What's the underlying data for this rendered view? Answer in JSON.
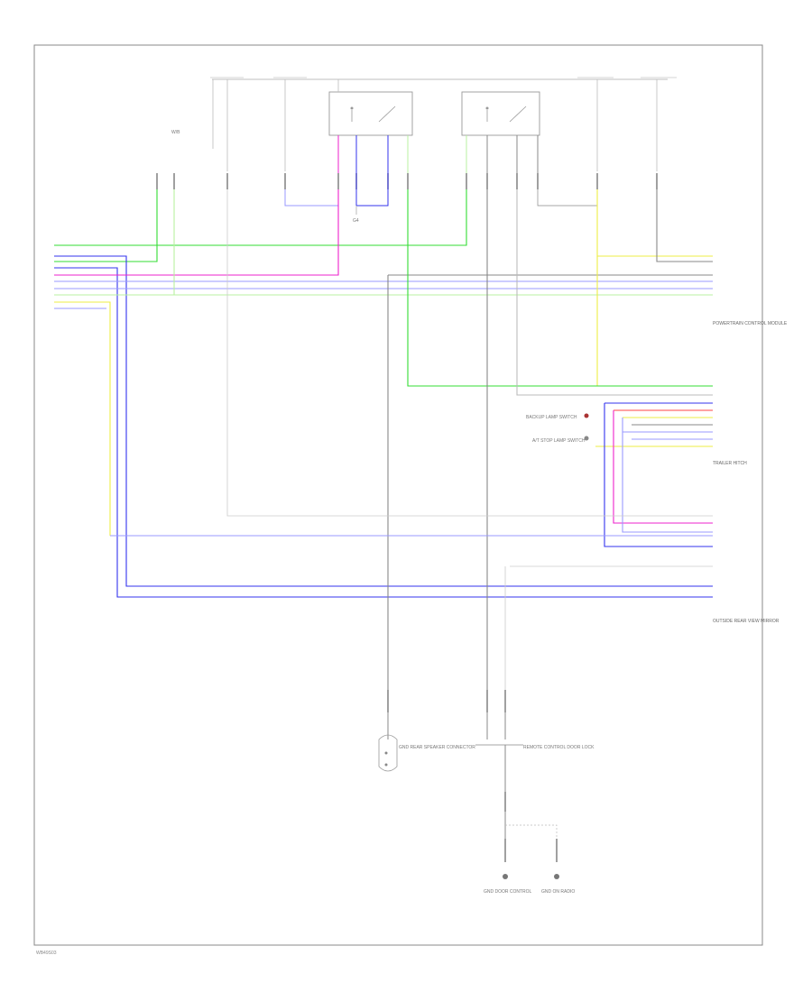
{
  "diagram": {
    "footer_code": "WB49S03",
    "labels": {
      "splice_l": "W/B",
      "ground_mid": "G4",
      "lamp1": "BACKUP LAMP SWITCH",
      "lamp2": "A/T STOP LAMP SWITCH",
      "conn_tr": "POWERTRAIN CONTROL MODULE",
      "conn_mr": "TRAILER HITCH",
      "conn_br": "OUTSIDE REAR VIEW MIRROR",
      "gnd1": "GND REAR SPEAKER CONNECTOR",
      "gnd2": "REMOTE CONTROL DOOR LOCK",
      "bottom1": "GND DOOR CONTROL",
      "bottom2": "GND ON RADIO"
    },
    "wire_colors": {
      "green": "#33dd33",
      "light_green": "#b8f0a0",
      "blue": "#3333ee",
      "light_blue": "#9999ff",
      "pink": "#ee22cc",
      "yellow": "#eeee44",
      "red": "#ff4444",
      "gray": "#999999"
    }
  }
}
